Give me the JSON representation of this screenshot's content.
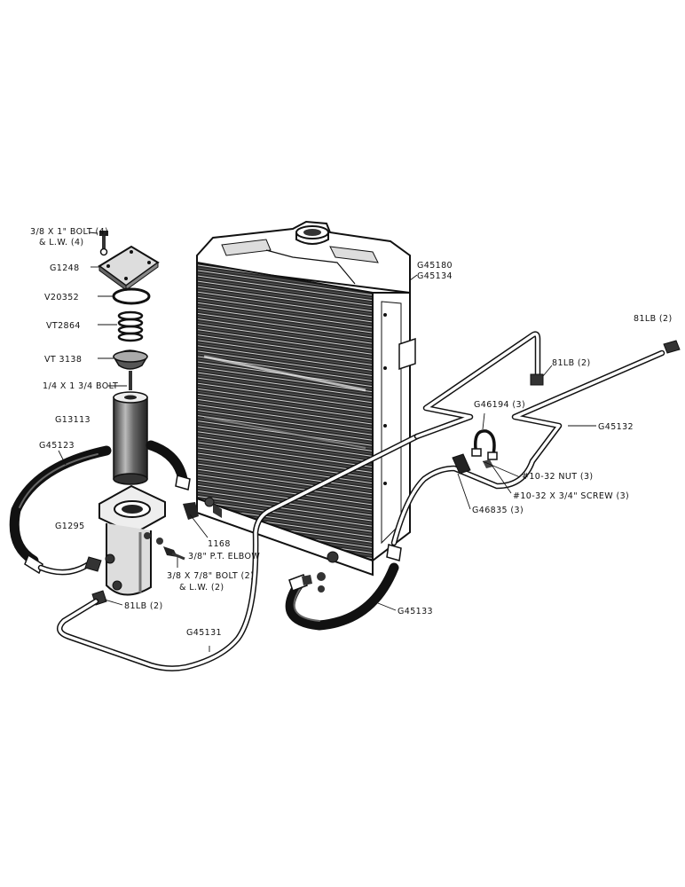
{
  "labels": {
    "bolt_top_size": "3/8 X 1\" BOLT (4)",
    "bolt_top_lw": "& L.W. (4)",
    "cover": "G1248",
    "gasket": "V20352",
    "spring": "VT2864",
    "valve": "VT 3138",
    "bolt_mid": "1/4 X 1 3/4 BOLT",
    "element": "G13113",
    "hose_left": "G45123",
    "housing": "G1295",
    "elbow_num": "1168",
    "elbow_desc": "3/8\" P.T. ELBOW",
    "bolt_low_size": "3/8 X 7/8\" BOLT (2)",
    "bolt_low_lw": "& L.W. (2)",
    "fitting_housing": "81LB (2)",
    "pipe_bottom": "G45131",
    "radiator_1": "G45180",
    "radiator_2": "G45134",
    "fitting_top_right": "81LB (2)",
    "fitting_mid": "81LB (2)",
    "clip": "G46194 (3)",
    "pipe_right": "G45132",
    "nut": "#10-32 NUT (3)",
    "screw": "#10-32 X 3/4\" SCREW (3)",
    "clip_assy": "G46835 (3)",
    "hose_right": "G45133"
  },
  "colors": {
    "ink": "#111111",
    "paper": "#ffffff",
    "shade": "#444444"
  }
}
